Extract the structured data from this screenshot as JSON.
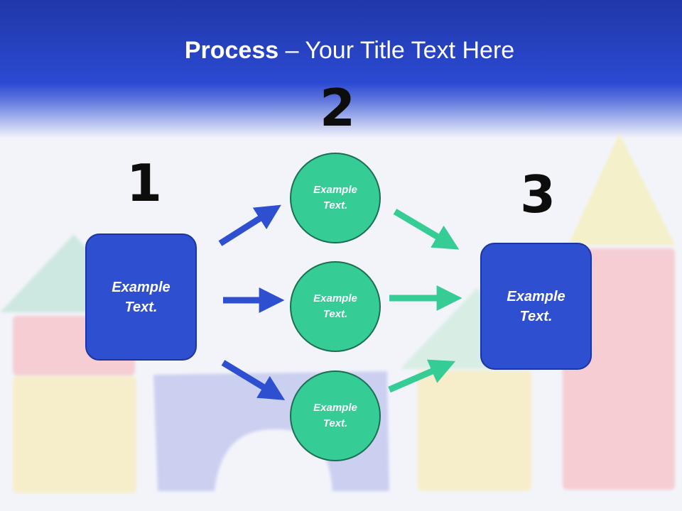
{
  "title": {
    "bold": "Process",
    "rest": " – Your Title Text Here"
  },
  "steps": {
    "one": "1",
    "two": "2",
    "three": "3"
  },
  "nodes": {
    "left_box": {
      "line1": "Example",
      "line2": "Text."
    },
    "circle_top": {
      "line1": "Example",
      "line2": "Text."
    },
    "circle_mid": {
      "line1": "Example",
      "line2": "Text."
    },
    "circle_bottom": {
      "line1": "Example",
      "line2": "Text."
    },
    "right_box": {
      "line1": "Example",
      "line2": "Text."
    }
  },
  "colors": {
    "header_blue": "#2a47c9",
    "box_blue": "#2e4fd0",
    "circle_green": "#35cc95",
    "arrow_blue": "#2e4fd0",
    "arrow_green": "#35cc95"
  }
}
